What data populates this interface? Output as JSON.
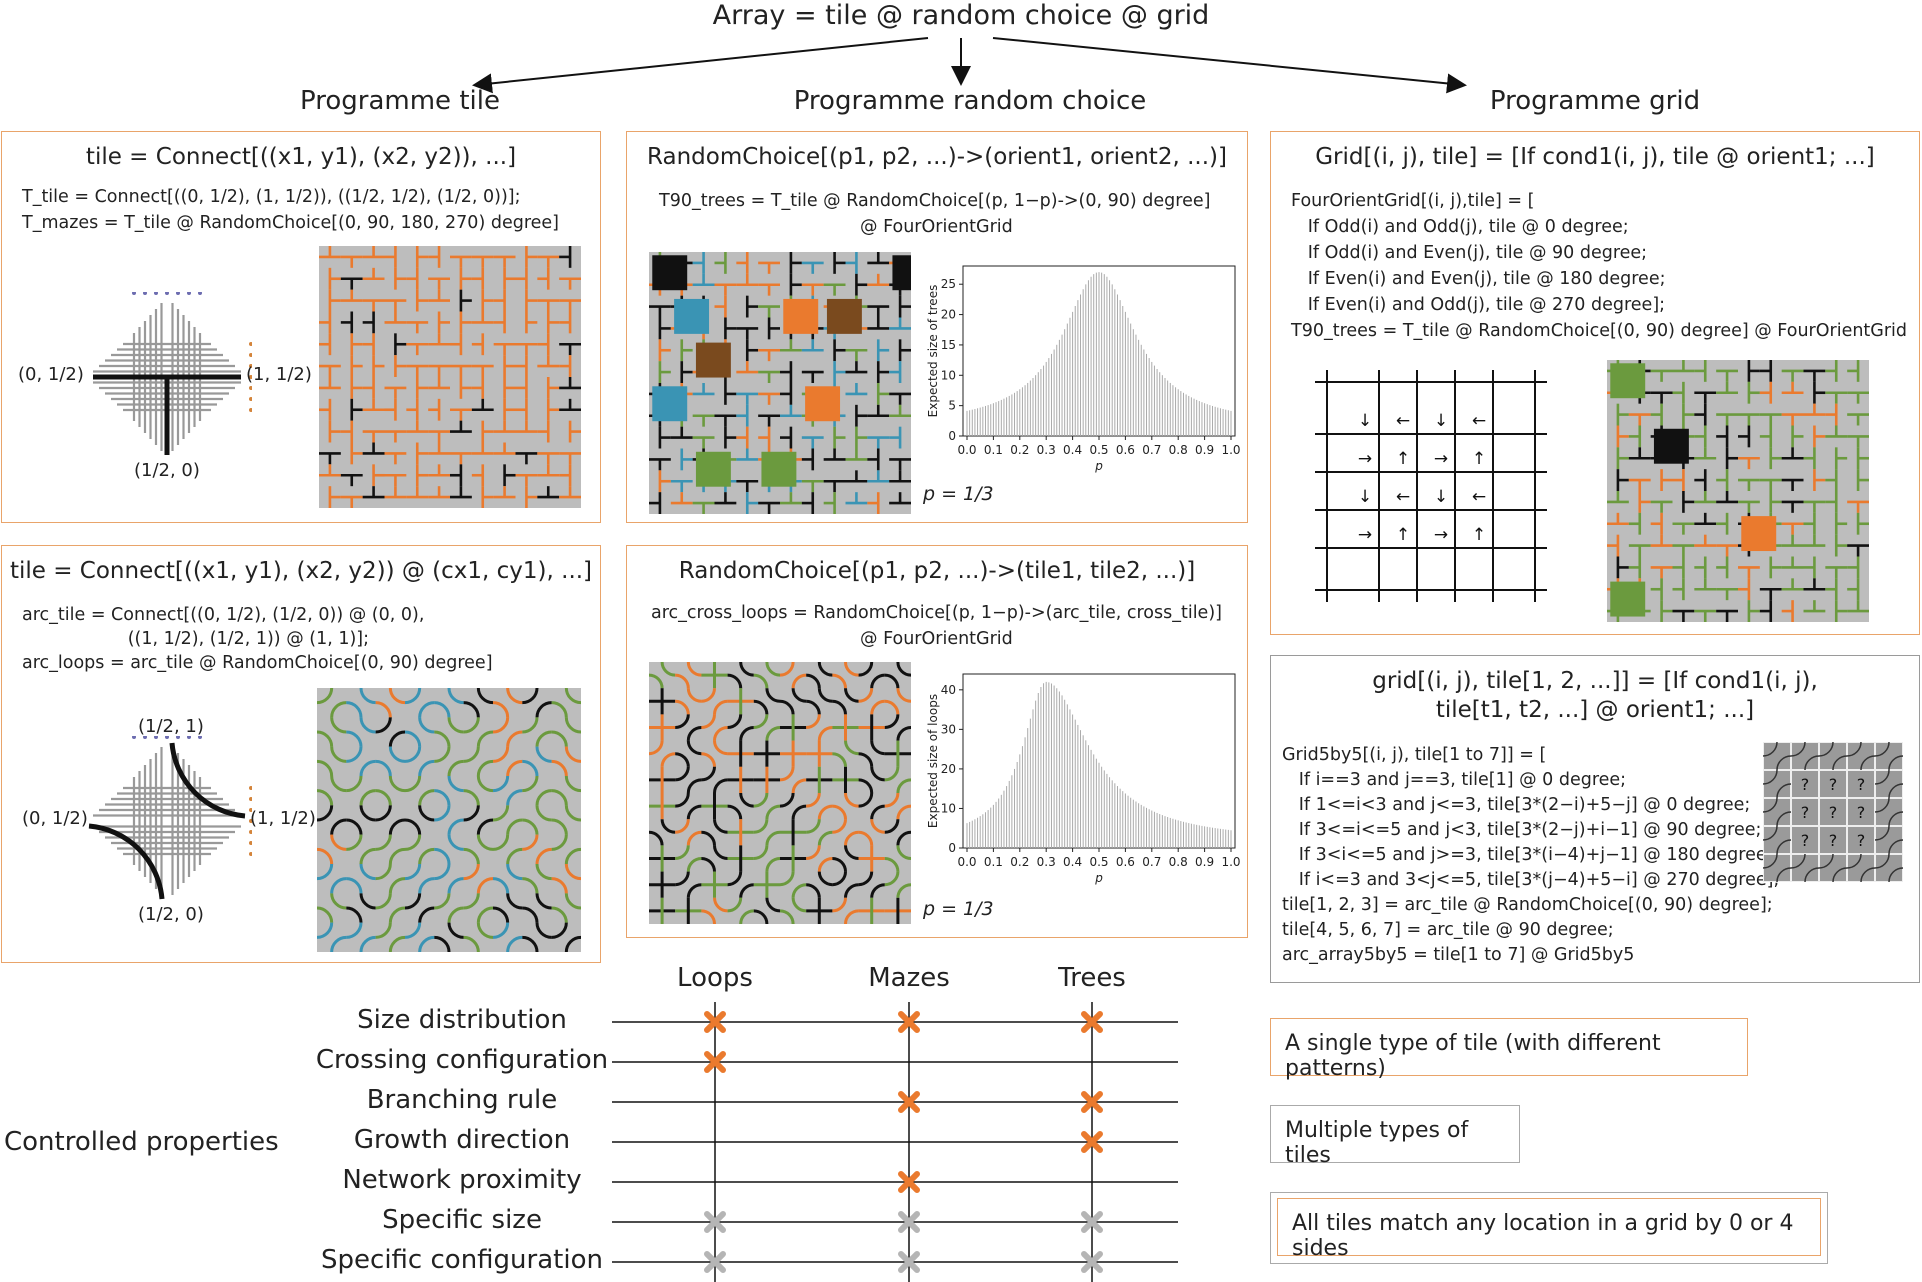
{
  "header": {
    "title": "Array = tile @ random choice @ grid",
    "col1": "Programme tile",
    "col2": "Programme random choice",
    "col3": "Programme grid"
  },
  "panel_tile_t": {
    "title": "tile = Connect[((x1, y1), (x2, y2)), ...]",
    "code1": "T_tile = Connect[((0, 1/2), (1, 1/2)), ((1/2, 1/2), (1/2, 0))];",
    "code2": "T_mazes = T_tile @ RandomChoice[(0, 90, 180, 270) degree]",
    "lab_left": "(0, 1/2)",
    "lab_right": "(1, 1/2)",
    "lab_bottom": "(1/2, 0)"
  },
  "panel_tile_arc": {
    "title": "tile = Connect[((x1, y1), (x2, y2)) @ (cx1, cy1), ...]",
    "code1": "arc_tile = Connect[((0, 1/2), (1/2, 0)) @ (0, 0),",
    "code2": "                   ((1, 1/2), (1/2, 1)) @ (1, 1)];",
    "code3": "arc_loops = arc_tile @ RandomChoice[(0, 90) degree]",
    "lab_top": "(1/2, 1)",
    "lab_left": "(0, 1/2)",
    "lab_right": "(1, 1/2)",
    "lab_bottom": "(1/2, 0)"
  },
  "panel_rc_trees": {
    "title": "RandomChoice[(p1, p2, ...)->(orient1, orient2, ...)]",
    "code1": "T90_trees = T_tile @ RandomChoice[(p, 1−p)->(0, 90) degree]",
    "code2": "@ FourOrientGrid",
    "p_label": "p = 1/3"
  },
  "panel_rc_loops": {
    "title": "RandomChoice[(p1, p2, ...)->(tile1, tile2, ...)]",
    "code1": "arc_cross_loops = RandomChoice[(p, 1−p)->(arc_tile, cross_tile)]",
    "code2": "@ FourOrientGrid",
    "p_label": "p = 1/3"
  },
  "panel_grid": {
    "title": "Grid[(i, j), tile] = [If cond1(i, j), tile @ orient1; ...]",
    "lines": [
      "FourOrientGrid[(i, j),tile] = [",
      "   If Odd(i) and Odd(j), tile @ 0 degree;",
      "   If Odd(i) and Even(j), tile @ 90 degree;",
      "   If Even(i) and Even(j), tile @ 180 degree;",
      "   If Even(i) and Odd(j), tile @ 270 degree];",
      "T90_trees = T_tile @ RandomChoice[(0, 90) degree] @ FourOrientGrid"
    ],
    "arrows_row_odd": [
      "↓",
      "←",
      "↓",
      "←"
    ],
    "arrows_row_even": [
      "→",
      "↑",
      "→",
      "↑"
    ]
  },
  "panel_grid5": {
    "title1": "grid[(i, j), tile[1, 2, ...]] = [If cond1(i, j),",
    "title2": "tile[t1, t2, ...] @ orient1; ...]",
    "lines": [
      "Grid5by5[(i, j), tile[1 to 7]] = [",
      "   If i==3 and j==3, tile[1] @ 0 degree;",
      "   If 1<=i<3 and j<=3, tile[3*(2−i)+5−j] @ 0 degree;",
      "   If 3<=i<=5 and j<3, tile[3*(2−j)+i−1] @ 90 degree;",
      "   If 3<i<=5 and j>=3, tile[3*(i−4)+j−1] @ 180 degree;",
      "   If i<=3 and 3<j<=5, tile[3*(j−4)+5−i] @ 270 degree];",
      "tile[1, 2, 3] = arc_tile @ RandomChoice[(0, 90) degree];",
      "tile[4, 5, 6, 7] = arc_tile @ 90 degree;",
      "arc_array5by5 = tile[1 to 7] @ Grid5by5"
    ],
    "qmark": "?"
  },
  "hist_trees": {
    "ylabel": "Expected size of trees",
    "xlabel": "p",
    "yticks": [
      "0",
      "5",
      "10",
      "15",
      "20",
      "25"
    ],
    "xticks": [
      "0.0",
      "0.1",
      "0.2",
      "0.3",
      "0.4",
      "0.5",
      "0.6",
      "0.7",
      "0.8",
      "0.9",
      "1.0"
    ]
  },
  "hist_loops": {
    "ylabel": "Expected size of loops",
    "xlabel": "p",
    "yticks": [
      "0",
      "10",
      "20",
      "30",
      "40"
    ],
    "xticks": [
      "0.0",
      "0.1",
      "0.2",
      "0.3",
      "0.4",
      "0.5",
      "0.6",
      "0.7",
      "0.8",
      "0.9",
      "1.0"
    ]
  },
  "properties": {
    "group_label": "Controlled properties",
    "columns": [
      "Loops",
      "Mazes",
      "Trees"
    ],
    "rows": [
      {
        "name": "Size distribution",
        "marks": [
          "orange",
          "orange",
          "orange"
        ]
      },
      {
        "name": "Crossing configuration",
        "marks": [
          "orange",
          "",
          ""
        ]
      },
      {
        "name": "Branching rule",
        "marks": [
          "",
          "orange",
          "orange"
        ]
      },
      {
        "name": "Growth direction",
        "marks": [
          "",
          "",
          "orange"
        ]
      },
      {
        "name": "Network proximity",
        "marks": [
          "",
          "orange",
          ""
        ]
      },
      {
        "name": "Specific size",
        "marks": [
          "grey",
          "grey",
          "grey"
        ]
      },
      {
        "name": "Specific configuration",
        "marks": [
          "grey",
          "grey",
          "grey"
        ]
      }
    ]
  },
  "legend": {
    "single": "A single type of tile (with different patterns)",
    "multiple": "Multiple types of tiles",
    "match": "All tiles match any location in a grid by 0 or 4 sides"
  },
  "colors": {
    "orange": "#ea7a2e",
    "blue": "#3a94b4",
    "green": "#6b9a3e",
    "brown": "#7a4a1e",
    "grey_bg": "#bdbdbd",
    "border_orange": "#e9a46a",
    "mark_grey": "#b5b5b5"
  }
}
